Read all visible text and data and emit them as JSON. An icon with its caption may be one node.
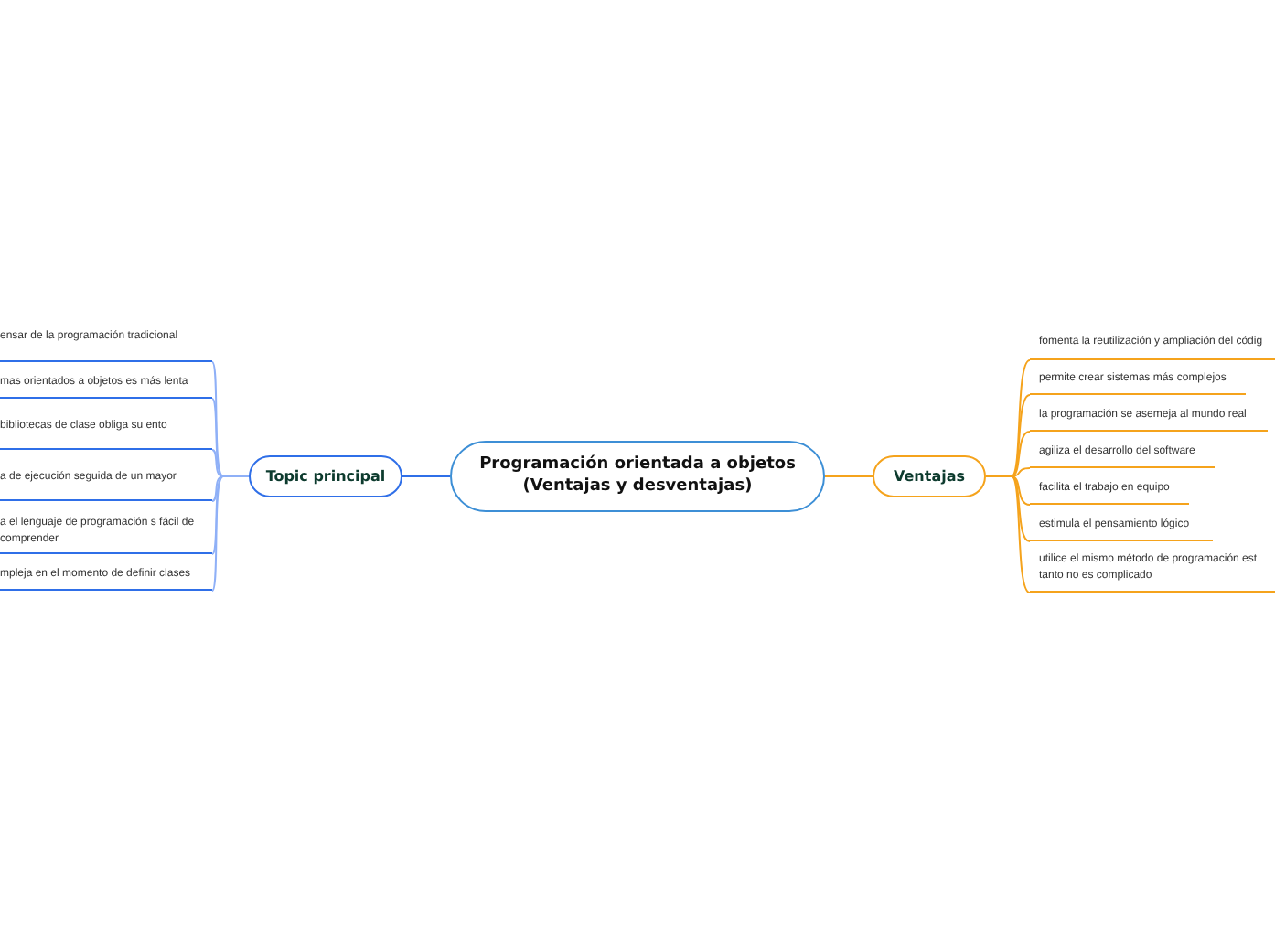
{
  "diagram": {
    "nodes": [
      {
        "text": [
          "Programación orientada a objetos (Ventajas y desventajas)"
        ]
      },
      {
        "text": [
          "Topic principal"
        ]
      },
      {
        "text": [
          "ensar de la programación tradicional"
        ]
      },
      {
        "text": [
          "mas orientados a objetos es más lenta"
        ]
      },
      {
        "text": [
          "bibliotecas de clase obliga su ento"
        ]
      },
      {
        "text": [
          "a de ejecución seguida de un mayor"
        ]
      },
      {
        "text": [
          "a el lenguaje de programación s fácil de comprender"
        ]
      },
      {
        "text": [
          "mpleja en el momento de definir clases"
        ]
      },
      {
        "text": [
          "Ventajas"
        ]
      },
      {
        "text": [
          "fomenta la reutilización y ampliación del códig"
        ]
      },
      {
        "text": [
          "permite crear sistemas más complejos"
        ]
      },
      {
        "text": [
          "la programación se asemeja al mundo real"
        ]
      },
      {
        "text": [
          "agiliza el desarrollo del software"
        ]
      },
      {
        "text": [
          "facilita el trabajo en equipo"
        ]
      },
      {
        "text": [
          "estimula el pensamiento lógico"
        ]
      },
      {
        "text": [
          "utilice el mismo método de programación est tanto no es complicado"
        ]
      }
    ],
    "edges": [
      {
        "from": 0,
        "to": 1,
        "arrow": "none",
        "color": "#2f6fe8"
      },
      {
        "from": 1,
        "to": 2,
        "arrow": "none",
        "color": "#8fb0f7"
      },
      {
        "from": 1,
        "to": 3,
        "arrow": "none",
        "color": "#8fb0f7"
      },
      {
        "from": 1,
        "to": 4,
        "arrow": "none",
        "color": "#8fb0f7"
      },
      {
        "from": 1,
        "to": 5,
        "arrow": "none",
        "color": "#8fb0f7"
      },
      {
        "from": 1,
        "to": 6,
        "arrow": "none",
        "color": "#8fb0f7"
      },
      {
        "from": 1,
        "to": 7,
        "arrow": "none",
        "color": "#8fb0f7"
      },
      {
        "from": 0,
        "to": 8,
        "arrow": "none"
      },
      {
        "from": 8,
        "to": 9,
        "arrow": "none"
      },
      {
        "from": 8,
        "to": 10,
        "arrow": "none"
      },
      {
        "from": 8,
        "to": 11,
        "arrow": "none"
      },
      {
        "from": 8,
        "to": 12,
        "arrow": "none"
      },
      {
        "from": 8,
        "to": 13,
        "arrow": "none"
      },
      {
        "from": 8,
        "to": 14,
        "arrow": "none"
      },
      {
        "from": 8,
        "to": 15,
        "arrow": "none"
      }
    ]
  }
}
